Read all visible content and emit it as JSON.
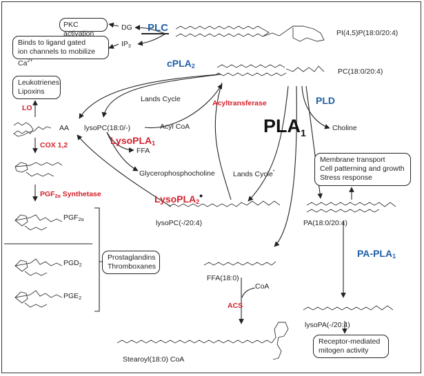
{
  "effects": {
    "pkc": "PKC activation",
    "ligand_line1": "Binds to ligand gated",
    "ligand_line2": "ion channels to mobilize Ca",
    "ligand_sup": "2+",
    "leuko_line1": "Leukotrienes",
    "leuko_line2": "Lipoxins",
    "membrane_line1": "Membrane transport",
    "membrane_line2": "Cell patterning and growth",
    "membrane_line3": "Stress response",
    "prosta_line1": "Prostaglandins",
    "prosta_line2": "Thromboxanes",
    "receptor_line1": "Receptor-mediated",
    "receptor_line2": "mitogen activity"
  },
  "molecules": {
    "dg": "DG",
    "ip3": "IP",
    "ip3_sub": "3",
    "pip2": "PI(4,5)P(18:0/20:4)",
    "pc": "PC(18:0/20:4)",
    "aa": "AA",
    "lysopc1": "lysoPC(18:0/-)",
    "ffa": "FFA",
    "acylcoa": "Acyl CoA",
    "gpc": "Glycerophosphocholine",
    "choline": "Choline",
    "lysopc2": "lysoPC(-/20:4)",
    "pa": "PA(18:0/20:4)",
    "pgf": "PGF",
    "pgf_sub": "2α",
    "pgd": "PGD",
    "pgd_sub": "2",
    "pge": "PGE",
    "pge_sub": "2",
    "ffa18": "FFA(18:0)",
    "coa": "CoA",
    "lysopa": "lysoPA(-/20:4)",
    "stearoyl": "Stearoyl(18:0) CoA"
  },
  "enzymes": {
    "plc": "PLC",
    "cpla2": "cPLA",
    "cpla2_sub": "2",
    "pld": "PLD",
    "pla1": "PLA",
    "pla1_sub": "1",
    "lo": "LO",
    "cox": "COX 1,2",
    "acyltransferase": "Acyltransferase",
    "lysopla1": "LysoPLA",
    "lysopla1_sub": "1",
    "lysopla2": "LysoPLA",
    "lysopla2_sub": "2",
    "lysopla2_mark": "•",
    "pgf_synth": "PGF",
    "pgf_synth_sub": "2α",
    "pgf_synth_rest": " Synthetase",
    "papla1": "PA-PLA",
    "papla1_sub": "1",
    "acs": "ACS"
  },
  "cycles": {
    "lands1": "Lands Cycle",
    "lands2": "Lands Cycle",
    "lands2_mark": "*"
  },
  "colors": {
    "red": "#d4202c",
    "blue": "#1f5fa6",
    "ink": "#222222"
  }
}
